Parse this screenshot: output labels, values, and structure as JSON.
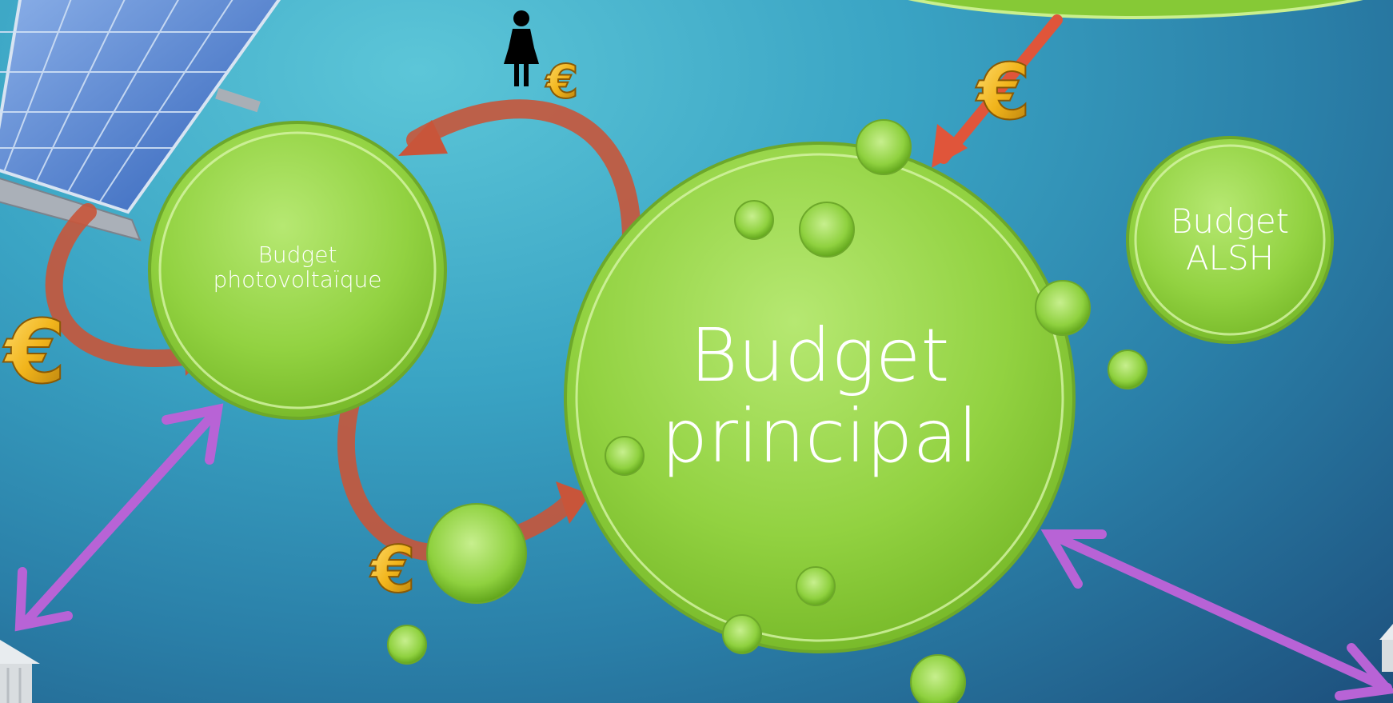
{
  "circles": {
    "photovoltaique": "Budget photovoltaïque",
    "alsh": "Budget ALSH",
    "principal": "Budget principal"
  },
  "icons": {
    "euro": "euro-coin-icon",
    "person": "woman-person-icon",
    "solar": "solar-panel-icon",
    "building": "public-building-icon"
  },
  "colors": {
    "bubble": "#8fd63f",
    "flow_arrow": "#d0553a",
    "link_arrow": "#b863d6",
    "coin": "#f2b81f"
  }
}
